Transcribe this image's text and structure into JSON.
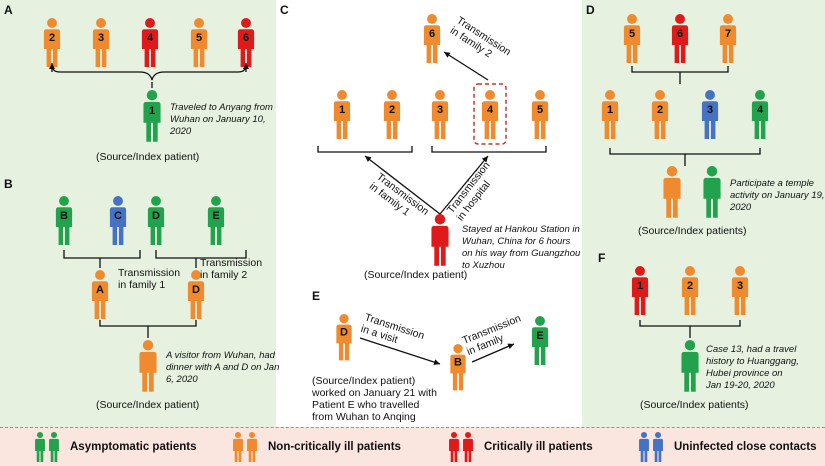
{
  "colors": {
    "asymptomatic": "#23a24d",
    "non_critical": "#ef8a2f",
    "critical": "#df1a1a",
    "uninfected": "#4672c4",
    "panel_bg": "#e6f1e0",
    "legend_bg": "#fbe6df"
  },
  "panels": {
    "A": {
      "label": "A",
      "contacts": [
        "2",
        "3",
        "4",
        "5",
        "6"
      ],
      "source_id": "1",
      "note": [
        "Traveled to Anyang from",
        "Wuhan on January 10,",
        "2020"
      ],
      "caption": "(Source/Index patient)"
    },
    "B": {
      "label": "B",
      "family1_contacts": [
        "B",
        "C"
      ],
      "family2_contacts": [
        "D",
        "E"
      ],
      "mid_a": "A",
      "mid_d": "D",
      "transmission_1": [
        "Transmission",
        "in family 1"
      ],
      "transmission_2": [
        "Transmission",
        "in family 2"
      ],
      "note": [
        "A visitor from Wuhan, had",
        "dinner with A and D on Jan",
        "6, 2020"
      ],
      "caption": "(Source/Index patient)"
    },
    "C": {
      "label": "C",
      "family2_case": "6",
      "transmission_family2": [
        "Transmission",
        "in family 2"
      ],
      "row": [
        "1",
        "2",
        "3",
        "4",
        "5"
      ],
      "transmission_family1": [
        "Transmission",
        "in family 1"
      ],
      "transmission_hospital": [
        "Transmission",
        "in hospital"
      ],
      "note": [
        "Stayed at Hankou Station in",
        "Wuhan, China for 6 hours",
        "on his way from Guangzhou",
        "to Xuzhou"
      ],
      "caption": "(Source/Index patient)"
    },
    "D": {
      "label": "D",
      "top": [
        "5",
        "6",
        "7"
      ],
      "middle": [
        "1",
        "2",
        "3",
        "4"
      ],
      "note": [
        "Participate a temple",
        "activity on January 19,",
        "2020"
      ],
      "caption": "(Source/Index patients)"
    },
    "E": {
      "label": "E",
      "source_id": "D",
      "mid_id": "B",
      "end_id": "E",
      "transmission_visit": [
        "Transmission",
        "in a visit"
      ],
      "transmission_family": [
        "Transmission",
        "in family"
      ],
      "caption": "(Source/Index patient)",
      "note": [
        "worked on January 21 with",
        "Patient E who travelled",
        "from Wuhan to Anqing"
      ]
    },
    "F": {
      "label": "F",
      "contacts": [
        "1",
        "2",
        "3"
      ],
      "note": [
        "Case 13, had a travel",
        "history to Huanggang,",
        "Hubei province on",
        "Jan 19-20, 2020"
      ],
      "caption": "(Source/Index patients)"
    }
  },
  "legend": {
    "asymptomatic": "Asymptomatic patients",
    "non_critical": "Non-critically ill patients",
    "critical": "Critically ill patients",
    "uninfected": "Uninfected close contacts"
  }
}
